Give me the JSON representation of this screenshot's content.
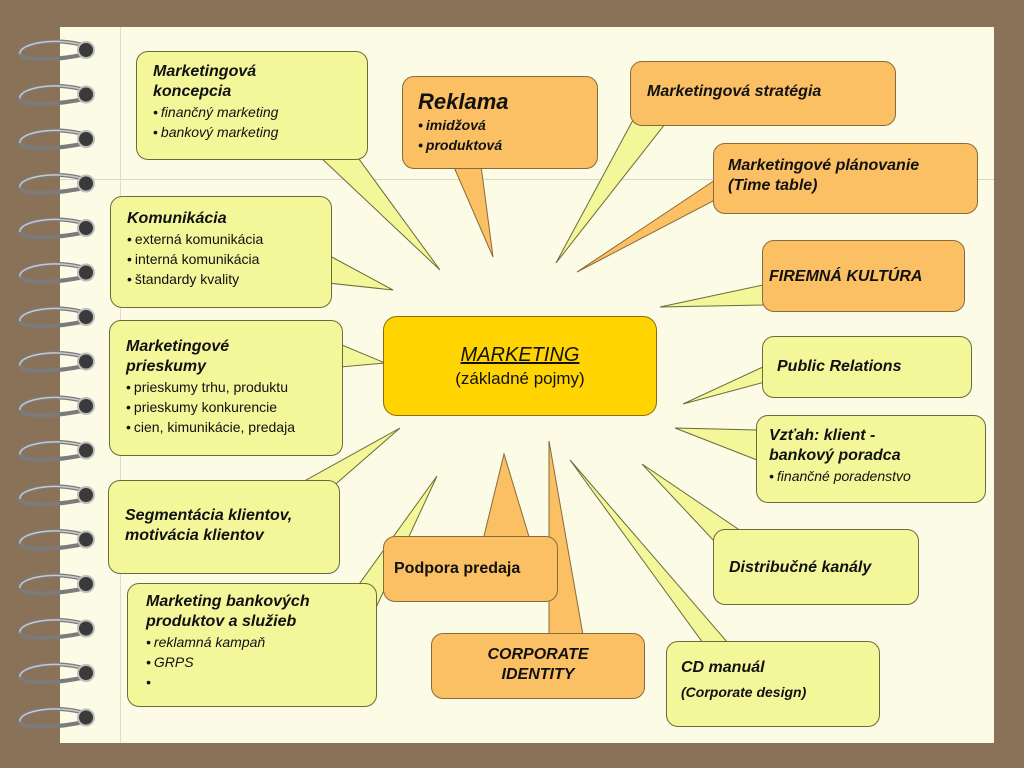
{
  "center": {
    "title": "MARKETING",
    "subtitle": "(základné pojmy)"
  },
  "nodes": {
    "koncepcia": {
      "title1": "Marketingová",
      "title2": "koncepcia",
      "items": [
        "finančný marketing",
        "bankový marketing"
      ]
    },
    "reklama": {
      "title": "Reklama",
      "items": [
        "imidžová",
        "produktová"
      ]
    },
    "strategia": {
      "title": "Marketingová stratégia"
    },
    "planovanie": {
      "title1": "Marketingové plánovanie",
      "title2": "(Time table)"
    },
    "kultura": {
      "title": "FIREMNÁ KULTÚRA"
    },
    "komunikacia": {
      "title": "Komunikácia",
      "items": [
        "externá komunikácia",
        "interná komunikácia",
        "štandardy kvality"
      ]
    },
    "prieskumy": {
      "title1": "Marketingové",
      "title2": "prieskumy",
      "items": [
        "prieskumy trhu, produktu",
        "prieskumy konkurencie",
        "cien, kimunikácie, predaja"
      ]
    },
    "pr": {
      "title": "Public Relations"
    },
    "vztah": {
      "title1": "Vzťah: klient -",
      "title2": "bankový poradca",
      "items": [
        "finančné poradenstvo"
      ]
    },
    "segmentacia": {
      "title1": "Segmentácia klientov,",
      "title2": "motivácia klientov"
    },
    "podpora": {
      "title": "Podpora predaja"
    },
    "produkty": {
      "title1": "Marketing bankových",
      "title2": "produktov a služieb",
      "items": [
        "reklamná kampaň",
        "GRPS",
        ""
      ]
    },
    "corporate": {
      "title1": "CORPORATE",
      "title2": "IDENTITY"
    },
    "distribucia": {
      "title": "Distribučné kanály"
    },
    "cdmanual": {
      "title": "CD manuál",
      "subtitle": "(Corporate design)"
    }
  },
  "bullet": "•",
  "colors": {
    "yellow": "#f4f69a",
    "orange": "#fbc064",
    "center": "#ffd400",
    "paper": "#fbfbe6",
    "background": "#8a7259"
  }
}
